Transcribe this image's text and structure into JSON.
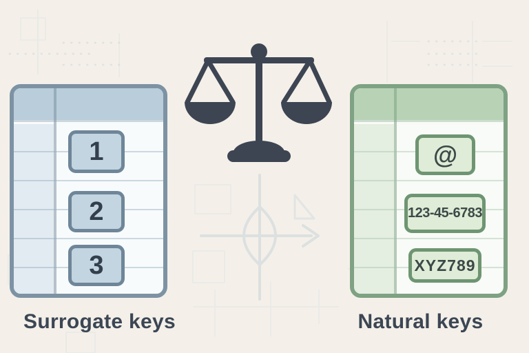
{
  "comparison": {
    "center_icon": "balance-scale",
    "left_panel": {
      "label": "Surrogate keys",
      "keys": [
        "1",
        "2",
        "3"
      ],
      "colors": {
        "border": "#7d93a4",
        "header": "#b9cdda",
        "chip_fill": "#c2d5e0",
        "chip_border": "#6f8699"
      }
    },
    "right_panel": {
      "label": "Natural keys",
      "keys": [
        "@",
        "123-45-6783",
        "XYZ789"
      ],
      "colors": {
        "border": "#7ea283",
        "header": "#b8d2b6",
        "chip_fill": "#dfecd7",
        "chip_border": "#6e9572"
      }
    },
    "text_color": "#3c4654",
    "scale_color": "#3d4553",
    "background": "#f4f0e9"
  }
}
